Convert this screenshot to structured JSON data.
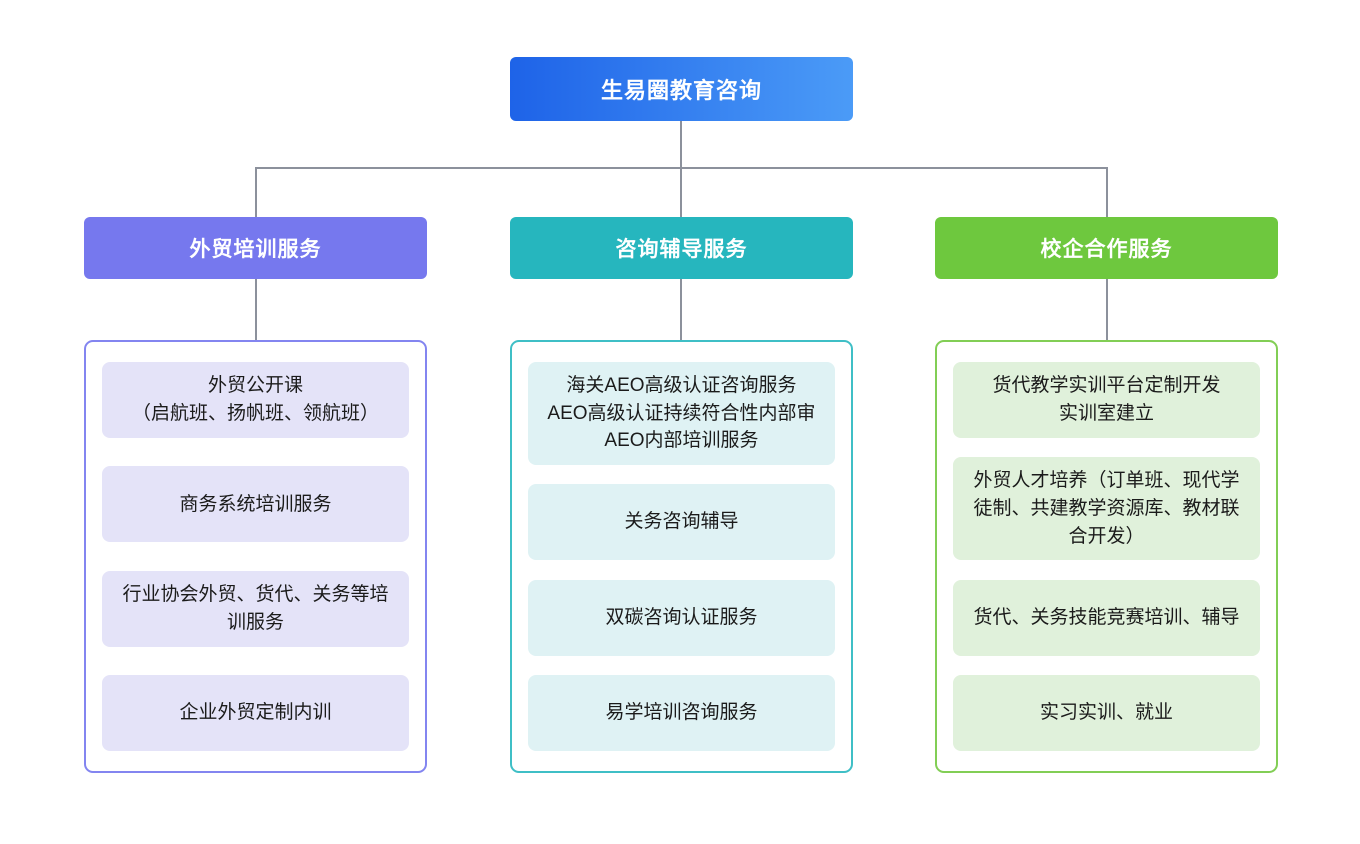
{
  "title": "生易圈教育咨询",
  "colors": {
    "root_gradient_from": "#1E63E8",
    "root_gradient_to": "#4B9BF7",
    "connector": "#8C919C",
    "branch_purple": "#7678EE",
    "branch_purple_border": "#8385F0",
    "branch_purple_item_bg": "#E4E3F8",
    "branch_teal": "#26B6BE",
    "branch_teal_border": "#3FBFC6",
    "branch_teal_item_bg": "#DFF2F4",
    "branch_green": "#6EC83E",
    "branch_green_border": "#82CE55",
    "branch_green_item_bg": "#E0F1DB"
  },
  "root": {
    "label": "生易圈教育咨询"
  },
  "branches": [
    {
      "label": "外贸培训服务",
      "theme": "purple",
      "items": [
        "外贸公开课\n（启航班、扬帆班、领航班）",
        "商务系统培训服务",
        "行业协会外贸、货代、关务等培训服务",
        "企业外贸定制内训"
      ]
    },
    {
      "label": "咨询辅导服务",
      "theme": "teal",
      "items": [
        "海关AEO高级认证咨询服务\nAEO高级认证持续符合性内部审\nAEO内部培训服务",
        "关务咨询辅导",
        "双碳咨询认证服务",
        "易学培训咨询服务"
      ]
    },
    {
      "label": "校企合作服务",
      "theme": "green",
      "items": [
        "货代教学实训平台定制开发\n实训室建立",
        "外贸人才培养（订单班、现代学徒制、共建教学资源库、教材联合开发）",
        "货代、关务技能竞赛培训、辅导",
        "实习实训、就业"
      ]
    }
  ]
}
